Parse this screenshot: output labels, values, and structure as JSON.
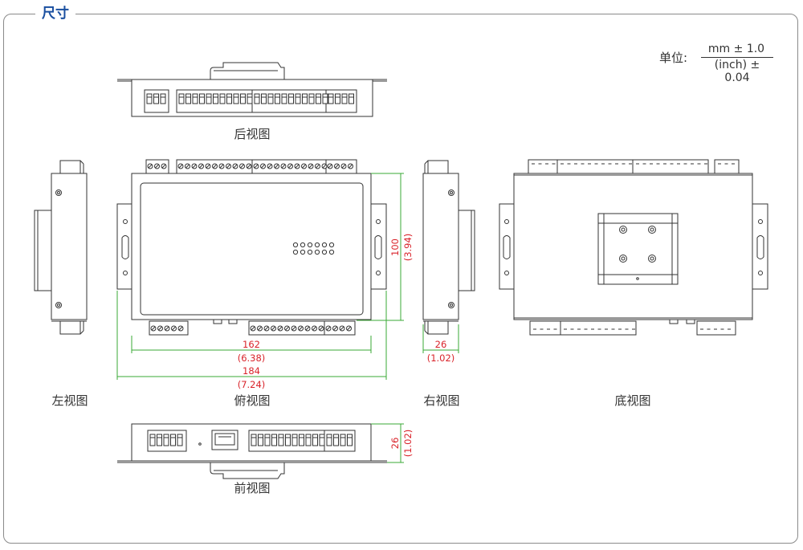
{
  "section_title": "尺寸",
  "unit": {
    "label": "单位:",
    "numerator": "mm ± 1.0",
    "denominator": "(inch) ± 0.04"
  },
  "views": {
    "rear": "后视图",
    "left": "左视图",
    "top": "俯视图",
    "right": "右视图",
    "bottom": "底视图",
    "front": "前视图"
  },
  "dimensions": {
    "width_inner": {
      "mm": "162",
      "inch": "(6.38)"
    },
    "width_outer": {
      "mm": "184",
      "inch": "(7.24)"
    },
    "height_top": {
      "mm": "100",
      "inch": "(3.94)"
    },
    "depth_side": {
      "mm": "26",
      "inch": "(1.02)"
    },
    "depth_front": {
      "mm": "26",
      "inch": "(1.02)"
    }
  }
}
